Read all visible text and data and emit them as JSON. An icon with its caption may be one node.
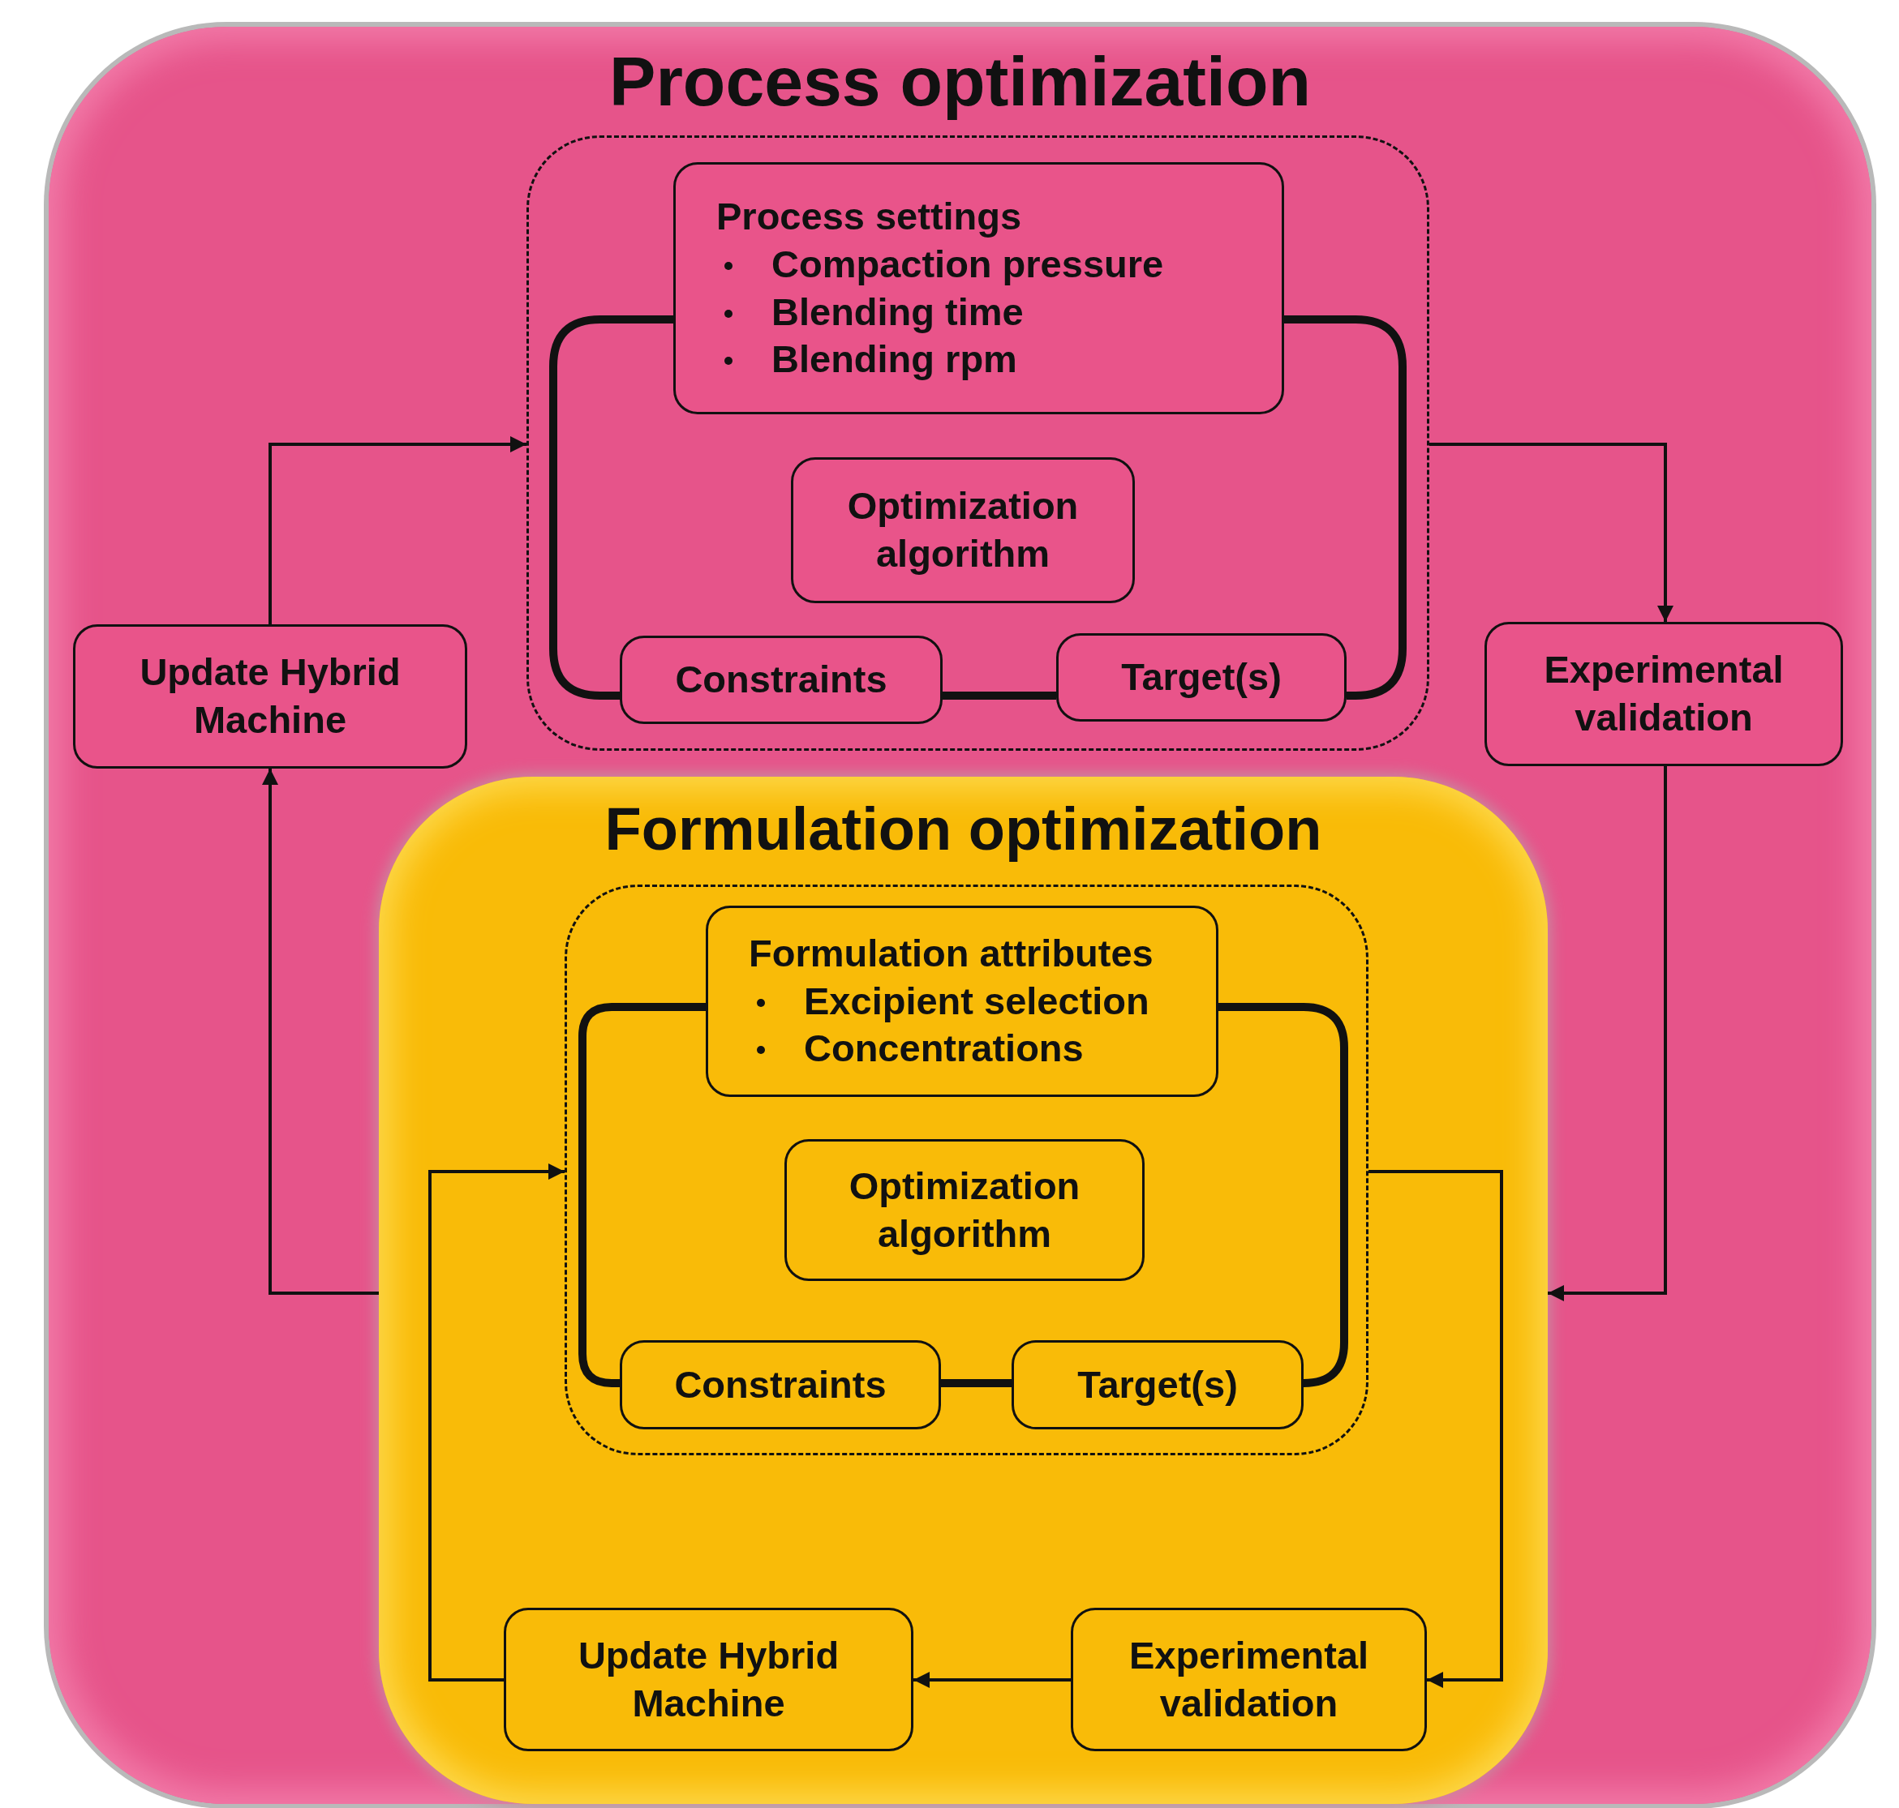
{
  "diagram": {
    "nodes": [
      {
        "text": [
          "Process optimization"
        ]
      },
      {
        "text": [],
        "shape": "box",
        "in": 0
      },
      {
        "text": [
          "Process settings",
          "Compaction pressure",
          "Blending time",
          "Blending rpm"
        ],
        "in": 1
      },
      {
        "text": [
          "Optimization algorithm"
        ],
        "in": 1
      },
      {
        "text": [
          "Constraints"
        ],
        "in": 1
      },
      {
        "text": [
          "Target(s)"
        ],
        "in": 1
      },
      {
        "text": [
          "Update Hybrid Machine"
        ],
        "in": 0
      },
      {
        "text": [
          "Experimental validation"
        ],
        "in": 0
      },
      {
        "text": [
          "Formulation optimization"
        ],
        "in": 0
      },
      {
        "text": [],
        "shape": "box",
        "in": 8
      },
      {
        "text": [
          "Formulation attributes",
          "Excipient selection",
          "Concentrations"
        ],
        "in": 9
      },
      {
        "text": [
          "Optimization algorithm"
        ],
        "in": 9
      },
      {
        "text": [
          "Constraints"
        ],
        "in": 9
      },
      {
        "text": [
          "Target(s)"
        ],
        "in": 9
      },
      {
        "text": [
          "Update Hybrid Machine"
        ],
        "in": 8
      },
      {
        "text": [
          "Experimental validation"
        ],
        "in": 8
      }
    ],
    "edges": [
      {
        "from": 2,
        "to": 4,
        "arrow": "none",
        "style": "thick"
      },
      {
        "from": 4,
        "to": 5,
        "arrow": "none",
        "style": "thick"
      },
      {
        "from": 5,
        "to": 2,
        "arrow": "none",
        "style": "thick"
      },
      {
        "from": 6,
        "to": 1,
        "arrow": "to"
      },
      {
        "from": 1,
        "to": 7,
        "arrow": "to"
      },
      {
        "from": 7,
        "to": 8,
        "arrow": "to"
      },
      {
        "from": 8,
        "to": 6,
        "arrow": "to"
      },
      {
        "from": 10,
        "to": 12,
        "arrow": "none",
        "style": "thick"
      },
      {
        "from": 12,
        "to": 13,
        "arrow": "none",
        "style": "thick"
      },
      {
        "from": 13,
        "to": 10,
        "arrow": "none",
        "style": "thick"
      },
      {
        "from": 9,
        "to": 15,
        "arrow": "to"
      },
      {
        "from": 15,
        "to": 14,
        "arrow": "to"
      },
      {
        "from": 14,
        "to": 9,
        "arrow": "to"
      }
    ]
  }
}
